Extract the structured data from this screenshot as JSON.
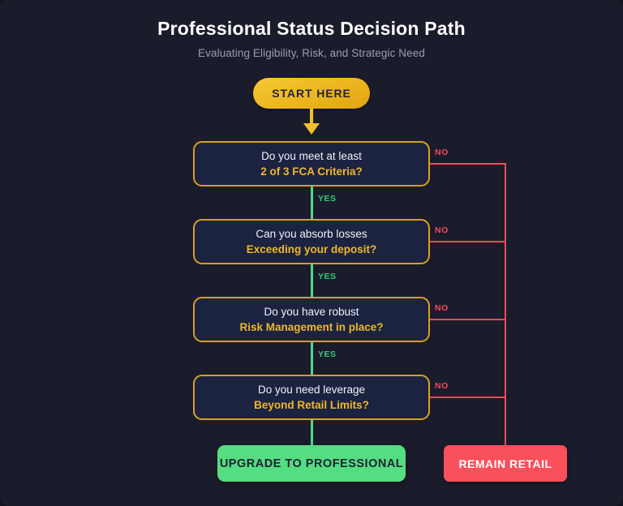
{
  "header": {
    "title": "Professional Status Decision Path",
    "subtitle": "Evaluating Eligibility, Risk, and Strategic Need"
  },
  "flow": {
    "start": {
      "label": "START HERE"
    },
    "decisions": [
      {
        "line1": "Do you meet at least",
        "line2": "2 of 3 FCA Criteria?",
        "yes_label": "YES",
        "no_label": "NO"
      },
      {
        "line1": "Can you absorb losses",
        "line2": "Exceeding your deposit?",
        "yes_label": "YES",
        "no_label": "NO"
      },
      {
        "line1": "Do you have robust",
        "line2": "Risk Management in place?",
        "yes_label": "YES",
        "no_label": "NO"
      },
      {
        "line1": "Do you need leverage",
        "line2": "Beyond Retail Limits?",
        "yes_label": "",
        "no_label": "NO"
      }
    ],
    "outcomes": {
      "positive": "UPGRADE TO PROFESSIONAL",
      "negative": "REMAIN RETAIL"
    }
  },
  "colors": {
    "background": "#1b1c2b",
    "box_fill": "#1b2340",
    "gold": "#d6a01f",
    "gold_text": "#f0b72a",
    "start_yellow": "#edb51e",
    "yes_green": "#38c97c",
    "no_red": "#f4485a",
    "outcome_green": "#55dd81",
    "outcome_red": "#f9505c",
    "title_white": "#ffffff",
    "subtitle_grey": "#9a9daf"
  }
}
